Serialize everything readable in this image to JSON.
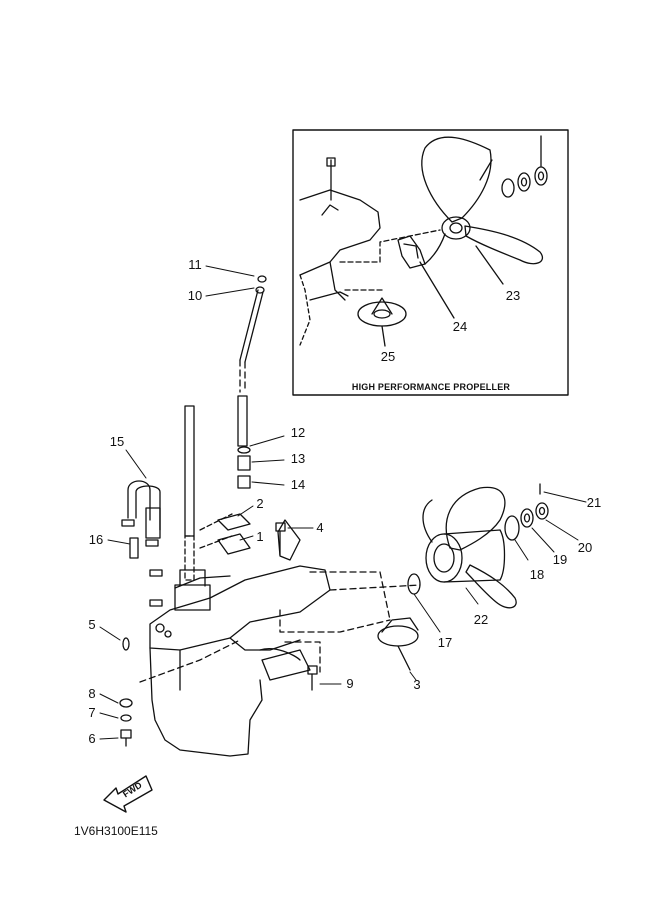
{
  "inset": {
    "title": "HIGH PERFORMANCE PROPELLER"
  },
  "drawing_code": "1V6H3100E115",
  "fwd_arrow_label": "FWD",
  "callouts": [
    {
      "id": "c1",
      "text": "1"
    },
    {
      "id": "c2",
      "text": "2"
    },
    {
      "id": "c3",
      "text": "3"
    },
    {
      "id": "c4",
      "text": "4"
    },
    {
      "id": "c5",
      "text": "5"
    },
    {
      "id": "c6",
      "text": "6"
    },
    {
      "id": "c7",
      "text": "7"
    },
    {
      "id": "c8",
      "text": "8"
    },
    {
      "id": "c9",
      "text": "9"
    },
    {
      "id": "c10",
      "text": "10"
    },
    {
      "id": "c11",
      "text": "11"
    },
    {
      "id": "c12",
      "text": "12"
    },
    {
      "id": "c13",
      "text": "13"
    },
    {
      "id": "c14",
      "text": "14"
    },
    {
      "id": "c15",
      "text": "15"
    },
    {
      "id": "c16",
      "text": "16"
    },
    {
      "id": "c17",
      "text": "17"
    },
    {
      "id": "c18",
      "text": "18"
    },
    {
      "id": "c19",
      "text": "19"
    },
    {
      "id": "c20",
      "text": "20"
    },
    {
      "id": "c21",
      "text": "21"
    },
    {
      "id": "c22",
      "text": "22"
    },
    {
      "id": "c23",
      "text": "23"
    },
    {
      "id": "c24",
      "text": "24"
    },
    {
      "id": "c25",
      "text": "25"
    }
  ]
}
